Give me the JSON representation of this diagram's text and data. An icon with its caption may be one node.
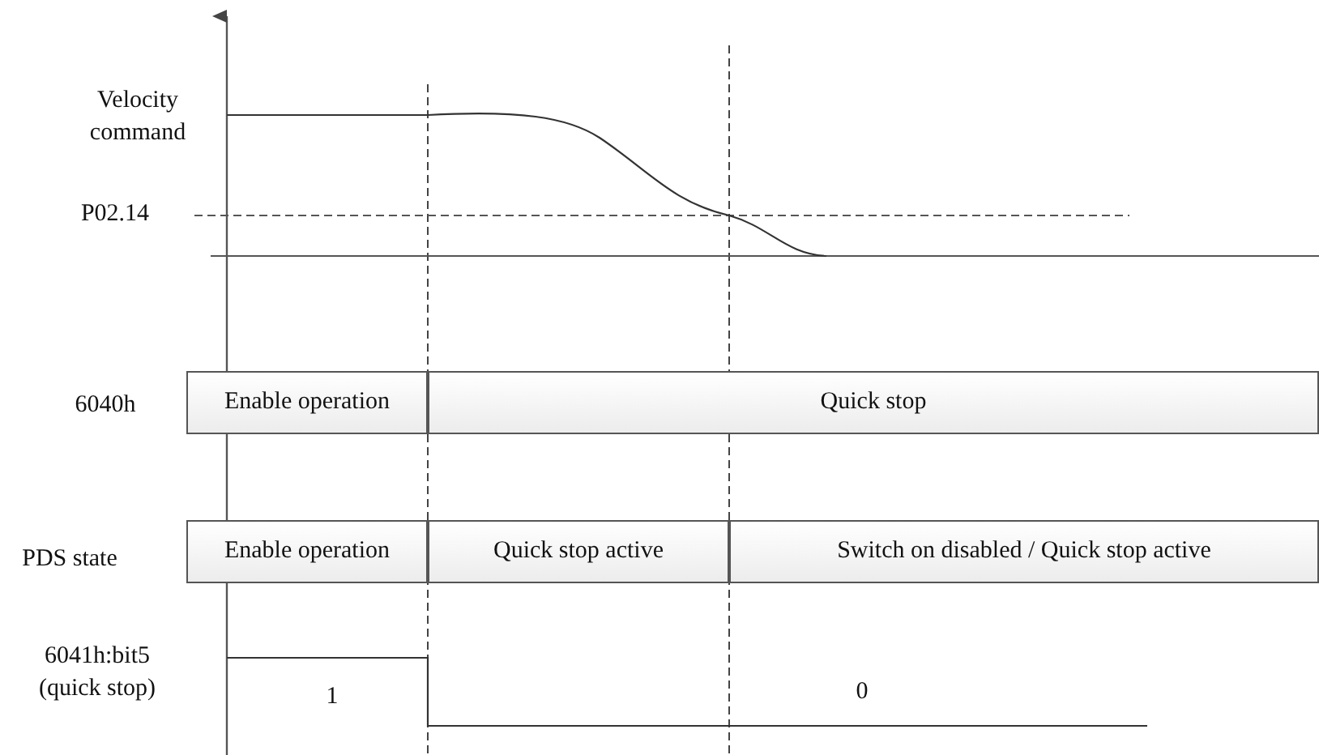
{
  "diagram": {
    "nodes": [
      {
        "text": [
          "Enable operation"
        ]
      },
      {
        "text": [
          "Quick stop"
        ]
      },
      {
        "text": [
          "Enable operation"
        ]
      },
      {
        "text": [
          "Quick stop active"
        ]
      },
      {
        "text": [
          "Switch on disabled / Quick stop active"
        ]
      }
    ],
    "labels": [
      "Velocity command",
      "P02.14",
      "6040h",
      "PDS state",
      "6041h:bit5 (quick stop)",
      "1",
      "0"
    ]
  }
}
